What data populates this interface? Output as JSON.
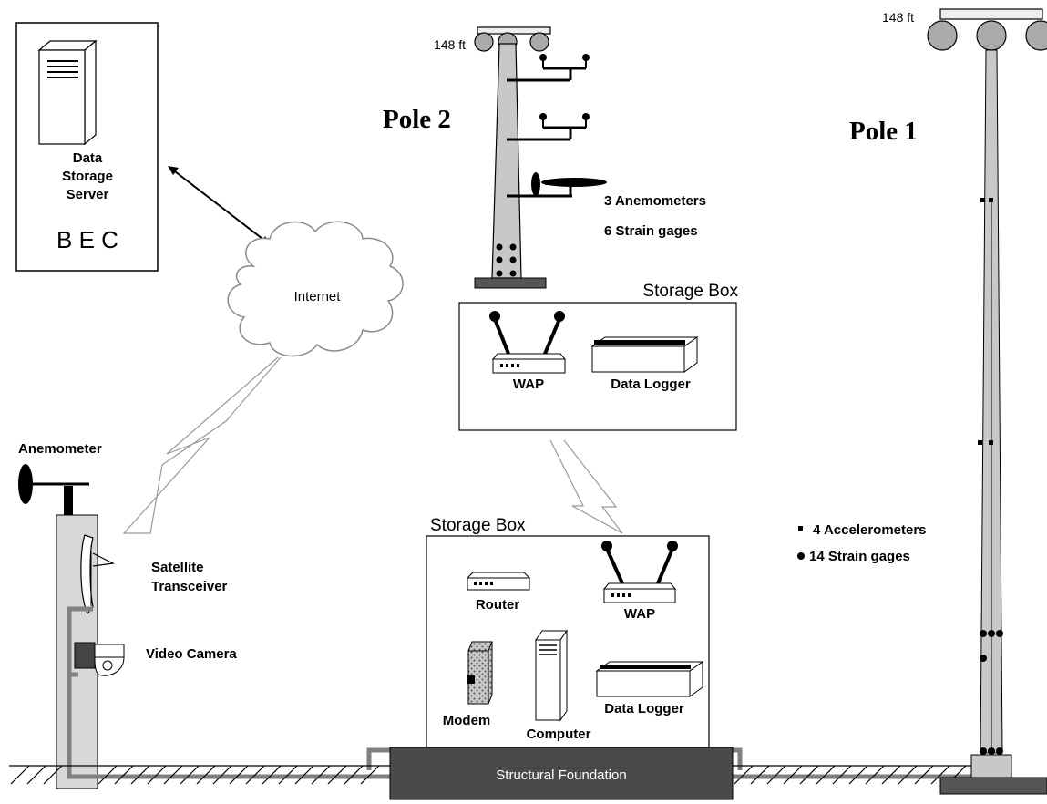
{
  "server": {
    "label_line1": "Data",
    "label_line2": "Storage",
    "label_line3": "Server",
    "org": "B E C"
  },
  "internet": {
    "label": "Internet"
  },
  "pole2": {
    "title": "Pole 2",
    "height": "148 ft",
    "sensor_line1": "3 Anemometers",
    "sensor_line2": "6 Strain gages"
  },
  "pole1": {
    "title": "Pole 1",
    "height": "148 ft",
    "legend_accel": "4 Accelerometers",
    "legend_strain": "14 Strain gages"
  },
  "storage_box_top": {
    "title": "Storage Box",
    "wap": "WAP",
    "logger": "Data Logger"
  },
  "storage_box_bottom": {
    "title": "Storage Box",
    "router": "Router",
    "wap": "WAP",
    "modem": "Modem",
    "computer": "Computer",
    "logger": "Data Logger"
  },
  "camera_pole": {
    "anemometer": "Anemometer",
    "satellite_line1": "Satellite",
    "satellite_line2": "Transceiver",
    "camera": "Video Camera"
  },
  "foundation": {
    "label": "Structural Foundation"
  }
}
